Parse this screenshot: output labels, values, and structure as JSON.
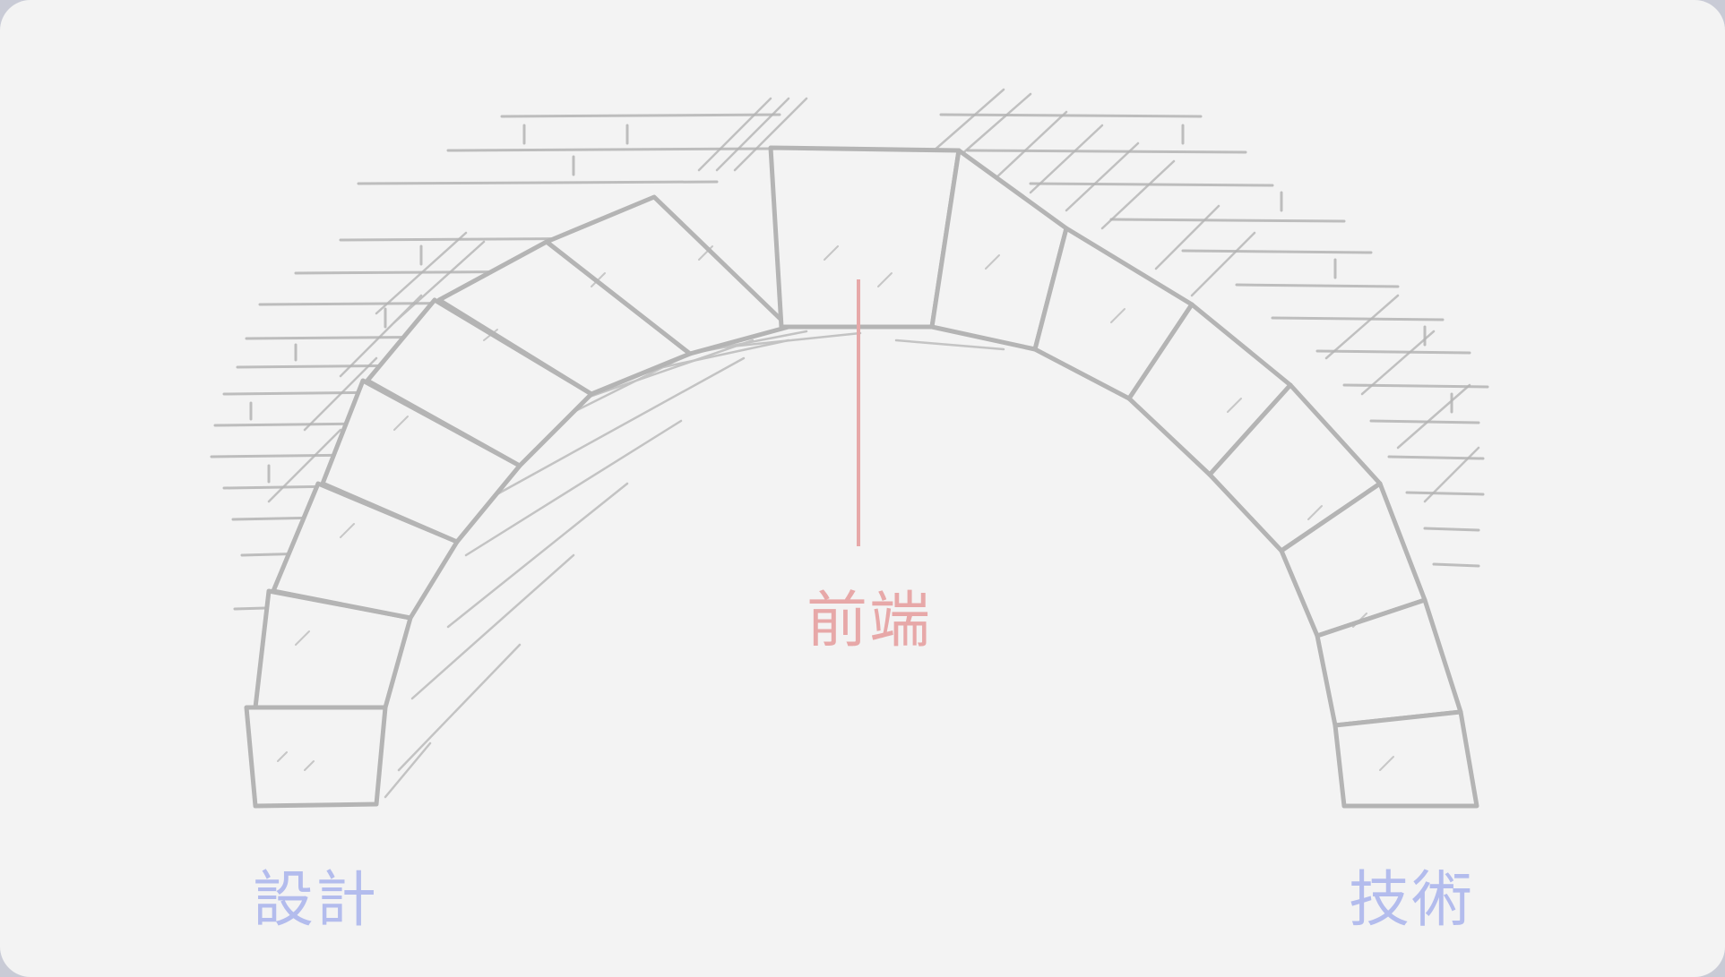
{
  "labels": {
    "left": "設計",
    "right": "技術",
    "center": "前端"
  },
  "colors": {
    "background": "#f3f3f3",
    "sketch": "#b4b4b4",
    "side_labels": "#b3bced",
    "center_label": "#e7a8a8",
    "pointer": "#e7a8a8"
  },
  "illustration": {
    "subject": "stone-arch-sketch"
  }
}
